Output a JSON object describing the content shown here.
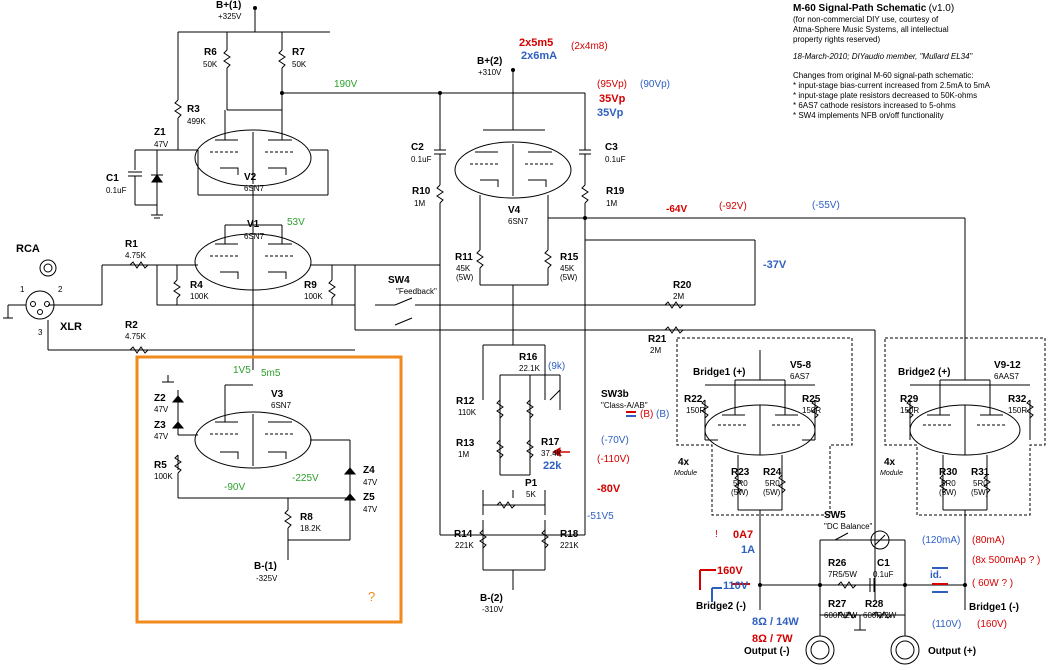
{
  "header": {
    "title_main": "M-60 Signal-Path Schematic",
    "title_version": "(v1.0)",
    "credit_1": "(for non-commercial DIY use, courtesy of",
    "credit_2": "Atma-Sphere Music Systems, all intellectual",
    "credit_3": "property rights reserved)",
    "date_line": "18-March-2010; DIYaudio member, \"Mullard EL34\"",
    "changes_title": "Changes from original M-60 signal-path schematic:",
    "changes": [
      "* input-stage bias-current increased from 2.5mA to 5mA",
      "* input-stage plate resistors decreased to 50K-ohms",
      "* 6AS7 cathode resistors increased to 5-ohms",
      "* SW4 implements NFB on/off functionality"
    ]
  },
  "supplies": {
    "bplus1": "B+(1)",
    "bplus1_v": "+325V",
    "bplus2": "B+(2)",
    "bplus2_v": "+310V",
    "bminus1": "B-(1)",
    "bminus1_v": "-325V",
    "bminus2": "B-(2)",
    "bminus2_v": "-310V"
  },
  "components": {
    "R6": {
      "name": "R6",
      "value": "50K"
    },
    "R7": {
      "name": "R7",
      "value": "50K"
    },
    "R3": {
      "name": "R3",
      "value": "499K"
    },
    "Z1": {
      "name": "Z1",
      "value": "47V"
    },
    "C1a": {
      "name": "C1",
      "value": "0.1uF"
    },
    "V2": {
      "name": "V2",
      "value": "6SN7"
    },
    "V1": {
      "name": "V1",
      "value": "6SN7"
    },
    "R1": {
      "name": "R1",
      "value": "4.75K"
    },
    "R2": {
      "name": "R2",
      "value": "4.75K"
    },
    "R4": {
      "name": "R4",
      "value": "100K"
    },
    "R9": {
      "name": "R9",
      "value": "100K"
    },
    "Z2": {
      "name": "Z2",
      "value": "47V"
    },
    "Z3": {
      "name": "Z3",
      "value": "47V"
    },
    "R5": {
      "name": "R5",
      "value": "100K"
    },
    "V3": {
      "name": "V3",
      "value": "6SN7"
    },
    "Z4": {
      "name": "Z4",
      "value": "47V"
    },
    "Z5": {
      "name": "Z5",
      "value": "47V"
    },
    "R8": {
      "name": "R8",
      "value": "18.2K"
    },
    "C2": {
      "name": "C2",
      "value": "0.1uF"
    },
    "C3": {
      "name": "C3",
      "value": "0.1uF"
    },
    "R10": {
      "name": "R10",
      "value": "1M"
    },
    "R19": {
      "name": "R19",
      "value": "1M"
    },
    "V4": {
      "name": "V4",
      "value": "6SN7"
    },
    "R11": {
      "name": "R11",
      "value": "45K",
      "value2": "(5W)"
    },
    "R15": {
      "name": "R15",
      "value": "45K",
      "value2": "(5W)"
    },
    "R20": {
      "name": "R20",
      "value": "2M"
    },
    "R21": {
      "name": "R21",
      "value": "2M"
    },
    "R16": {
      "name": "R16",
      "value": "22.1K"
    },
    "R12": {
      "name": "R12",
      "value": "110K"
    },
    "R13": {
      "name": "R13",
      "value": "1M"
    },
    "R17": {
      "name": "R17",
      "value": "37.4K"
    },
    "P1": {
      "name": "P1",
      "value": "5K"
    },
    "R14": {
      "name": "R14",
      "value": "221K"
    },
    "R18": {
      "name": "R18",
      "value": "221K"
    },
    "R22": {
      "name": "R22",
      "value": "150R"
    },
    "R25": {
      "name": "R25",
      "value": "150R"
    },
    "R23": {
      "name": "R23",
      "value": "5R0",
      "value2": "(5W)"
    },
    "R24": {
      "name": "R24",
      "value": "5R0",
      "value2": "(5W)"
    },
    "R29": {
      "name": "R29",
      "value": "150R"
    },
    "R32": {
      "name": "R32",
      "value": "150R"
    },
    "R30": {
      "name": "R30",
      "value": "5R0",
      "value2": "(5W)"
    },
    "R31": {
      "name": "R31",
      "value": "5R0",
      "value2": "(5W)"
    },
    "V58": {
      "name": "V5-8",
      "value": "6AS7"
    },
    "V912": {
      "name": "V9-12",
      "value": "6AAS7"
    },
    "R26": {
      "name": "R26",
      "value": "7R5/5W"
    },
    "C1b": {
      "name": "C1",
      "value": "0.1uF"
    },
    "R27": {
      "name": "R27",
      "value": "600R/2W"
    },
    "R28": {
      "name": "R28",
      "value": "600R/2W"
    }
  },
  "switches": {
    "SW4": "SW4",
    "SW4_desc": "\"Feedback\"",
    "SW3b": "SW3b",
    "SW3b_desc": "\"Class-A/AB\"",
    "SW5": "SW5",
    "SW5_desc": "\"DC Balance\""
  },
  "io": {
    "rca": "RCA",
    "xlr": "XLR",
    "xlr_pin1": "1",
    "xlr_pin2": "2",
    "xlr_pin3": "3",
    "bridge1_plus": "Bridge1 (+)",
    "bridge2_plus": "Bridge2 (+)",
    "bridge1_minus": "Bridge1 (-)",
    "bridge2_minus": "Bridge2 (-)",
    "output_minus": "Output (-)",
    "output_plus": "Output (+)",
    "module": "Module",
    "fourx": "4x"
  },
  "annotations": {
    "v190": "190V",
    "v53": "53V",
    "v1v5": "1V5",
    "v5m5": "5m5",
    "vm90": "-90V",
    "vm225": "-225V",
    "a2x5m5": "2x5m5",
    "a2x4m8": "(2x4m8)",
    "a2x6ma": "2x6mA",
    "v95vp": "(95Vp)",
    "v90vp": "(90Vp)",
    "v35vp_red": "35Vp",
    "v35vp_blue": "35Vp",
    "vm64": "-64V",
    "vm92": "(-92V)",
    "vm55": "(-55V)",
    "vm37": "-37V",
    "k9": "(9k)",
    "k22": "22k",
    "vm70": "(-70V)",
    "vm110": "(-110V)",
    "vm80": "-80V",
    "vm51v5": "-51V5",
    "bb_red": "(B)",
    "bb_blue": "(B)",
    "a0a7": "0A7",
    "a1a": "1A",
    "v160": "160V",
    "v110": "110V",
    "a120ma": "(120mA)",
    "a80ma": "(80mA)",
    "a8x500": "(8x 500mAp ? )",
    "w60": "( 60W ? )",
    "id": "id.",
    "v110p": "(110V)",
    "v160p": "(160V)",
    "o8_14": "8Ω / 14W",
    "o8_7": "8Ω / 7W",
    "qmark": "?",
    "qtick": "!"
  },
  "colors": {
    "green": "#2ca02c",
    "red": "#d40000",
    "blue": "#2e5fbf",
    "orange": "#f08a1c"
  }
}
